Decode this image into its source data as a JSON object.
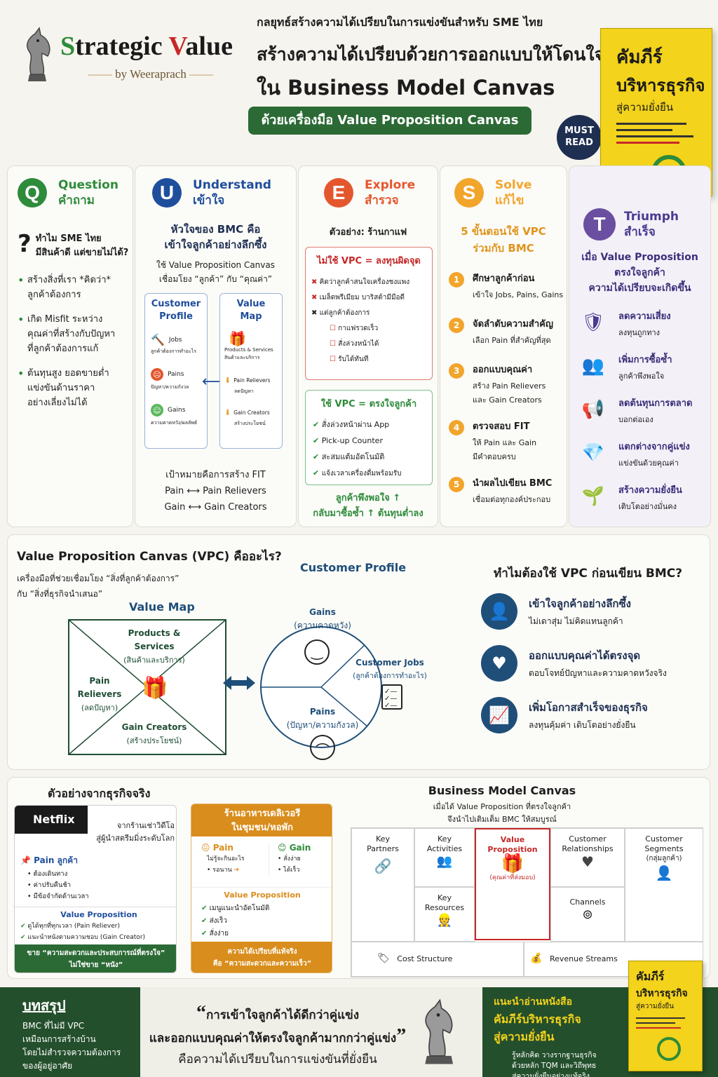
{
  "brand": {
    "name_a": "S",
    "name_b": "trategic ",
    "name_c": "V",
    "name_d": "alue",
    "sub": "by Weeraprach"
  },
  "header": {
    "kicker": "กลยุทธ์สร้างความได้เปรียบในการแข่งขันสำหรับ SME ไทย",
    "title1": "สร้างความได้เปรียบด้วยการออกแบบให้โดนใจลูกค้า",
    "title2": "ใน Business Model Canvas",
    "pill": "ด้วยเครื่องมือ Value Proposition Canvas",
    "must": "MUST",
    "read": "READ"
  },
  "book": {
    "title1": "คัมภีร์",
    "title2": "บริหารธุรกิจ",
    "title3": "สู่ความยั่งยืน"
  },
  "q": {
    "letter": "Q",
    "en": "Question",
    "th": "คำถาม",
    "lead1": "ทำไม SME ไทย",
    "lead2": "มีสินค้าดี แต่ขายไม่ได้?",
    "b1a": "สร้างสิ่งที่เรา *คิดว่า*",
    "b1b": "ลูกค้าต้องการ",
    "b2a": "เกิด Misfit ระหว่าง",
    "b2b": "คุณค่าที่สร้างกับปัญหา",
    "b2c": "ที่ลูกค้าต้องการแก้",
    "b3a": "ต้นทุนสูง ยอดขายต่ำ",
    "b3b": "แข่งขันด้านราคา",
    "b3c": "อย่างเลี่ยงไม่ได้"
  },
  "u": {
    "letter": "U",
    "en": "Understand",
    "th": "เข้าใจ",
    "h1": "หัวใจของ BMC คือ",
    "h2": "เข้าใจลูกค้าอย่างลึกซึ้ง",
    "p1": "ใช้ Value Proposition Canvas",
    "p2": "เชื่อมโยง “ลูกค้า” กับ “คุณค่า”",
    "cp1": "Customer",
    "cp2": "Profile",
    "vm1": "Value",
    "vm2": "Map",
    "jobs": "Jobs",
    "jobs_s": "ลูกค้าต้องการทำอะไร",
    "pains": "Pains",
    "pains_s": "ปัญหา/ความกังวล",
    "gains": "Gains",
    "gains_s": "ความคาดหวัง/ผลลัพธ์",
    "ps": "Products & Services",
    "ps_s": "สินค้าและบริการ",
    "pr": "Pain Relievers",
    "pr_s": "ลดปัญหา",
    "gc": "Gain Creators",
    "gc_s": "สร้างประโยชน์",
    "fit": "เป้าหมายคือการสร้าง FIT",
    "fit1": "Pain ⟷ Pain Relievers",
    "fit2": "Gain ⟷ Gain Creators"
  },
  "e": {
    "letter": "E",
    "en": "Explore",
    "th": "สำรวจ",
    "ex": "ตัวอย่าง: ร้านกาแฟ",
    "bad": "ไม่ใช้ VPC = ลงทุนผิดจุด",
    "bad1": "คิดว่าลูกค้าสนใจเครื่องชงแพง",
    "bad2": "เมล็ดพรีเมียม บาริสต้ามีมือดี",
    "bad3": "แต่ลูกค้าต้องการ",
    "bad4": "กาแฟรวดเร็ว",
    "bad5": "สั่งล่วงหน้าได้",
    "bad6": "รับได้ทันที",
    "good": "ใช้ VPC = ตรงใจลูกค้า",
    "good1": "สั่งล่วงหน้าผ่าน App",
    "good2": "Pick-up Counter",
    "good3": "สะสมแต้มอัตโนมัติ",
    "good4": "แจ้งเวลาเครื่องดื่มพร้อมรับ",
    "res1": "ลูกค้าพึงพอใจ ↑",
    "res2": "กลับมาซื้อซ้ำ ↑  ต้นทุนต่ำลง"
  },
  "s": {
    "letter": "S",
    "en": "Solve",
    "th": "แก้ไข",
    "h1": "5 ขั้นตอนใช้ VPC",
    "h2": "ร่วมกับ BMC",
    "st1": "ศึกษาลูกค้าก่อน",
    "st1s": "เข้าใจ Jobs, Pains, Gains",
    "st2": "จัดลำดับความสำคัญ",
    "st2s": "เลือก Pain ที่สำคัญที่สุด",
    "st3": "ออกแบบคุณค่า",
    "st3s": "สร้าง Pain Relievers",
    "st3t": "และ Gain Creators",
    "st4": "ตรวจสอบ FIT",
    "st4s": "ให้ Pain และ Gain",
    "st4t": "มีคำตอบครบ",
    "st5": "นำผลไปเขียน BMC",
    "st5s": "เชื่อมต่อทุกองค์ประกอบ"
  },
  "t": {
    "letter": "T",
    "en": "Triumph",
    "th": "สำเร็จ",
    "h1": "เมื่อ Value Proposition",
    "h2": "ตรงใจลูกค้า",
    "h3": "ความได้เปรียบจะเกิดขึ้น",
    "t1": "ลดความเสี่ยง",
    "t1s": "ลงทุนถูกทาง",
    "t2": "เพิ่มการซื้อซ้ำ",
    "t2s": "ลูกค้าพึงพอใจ",
    "t3": "ลดต้นทุนการตลาด",
    "t3s": "บอกต่อเอง",
    "t4": "แตกต่างจากคู่แข่ง",
    "t4s": "แข่งขันด้วยคุณค่า",
    "t5": "สร้างความยั่งยืน",
    "t5s": "เติบโตอย่างมั่นคง"
  },
  "vpc": {
    "title": "Value Proposition Canvas (VPC) คืออะไร?",
    "d1": "เครื่องมือที่ช่วยเชื่อมโยง “สิ่งที่ลูกค้าต้องการ”",
    "d2": "กับ “สิ่งที่ธุรกิจนำเสนอ”",
    "vm": "Value Map",
    "cp": "Customer Profile",
    "ps1": "Products &",
    "ps2": "Services",
    "ps3": "(สินค้าและบริการ)",
    "pr1": "Pain Relievers",
    "pr2": "(ลดปัญหา)",
    "gc1": "Gain Creators",
    "gc2": "(สร้างประโยชน์)",
    "g1": "Gains",
    "g2": "(ความคาดหวัง)",
    "j1": "Customer Jobs",
    "j2": "(ลูกค้าต้องการทำอะไร)",
    "p1": "Pains",
    "p2": "(ปัญหา/ความกังวล)"
  },
  "why": {
    "title": "ทำไมต้องใช้ VPC ก่อนเขียน BMC?",
    "w1": "เข้าใจลูกค้าอย่างลึกซึ้ง",
    "w1s": "ไม่เดาสุ่ม ไม่คิดแทนลูกค้า",
    "w2": "ออกแบบคุณค่าได้ตรงจุด",
    "w2s": "ตอบโจทย์ปัญหาและความคาดหวังจริง",
    "w3": "เพิ่มโอกาสสำเร็จของธุรกิจ",
    "w3s": "ลงทุนคุ้มค่า เติบโตอย่างยั่งยืน"
  },
  "real": {
    "title": "ตัวอย่างจากธุรกิจจริง",
    "nf": "Netflix",
    "nf1": "จากร้านเช่าวิดีโอ",
    "nf2": "สู่ผู้นำสตรีมมิ่งระดับโลก",
    "nfp": "Pain ลูกค้า",
    "nfp1": "ต้องเดินทาง",
    "nfp2": "ค่าปรับคืนช้า",
    "nfp3": "มีข้อจำกัดด้านเวลา",
    "nfv": "Value Proposition",
    "nfv1": "ดูได้ทุกที่ทุกเวลา (Pain Reliever)",
    "nfv2": "แนะนำหนังตามความชอบ (Gain Creator)",
    "nff1": "ขาย “ความสะดวกและประสบการณ์ที่ตรงใจ”",
    "nff2": "ไม่ใช่ขาย “หนัง”",
    "fd1": "ร้านอาหารเดลิเวอรี",
    "fd2": "ในชุมชน/หอพัก",
    "fdp": "Pain",
    "fdp1": "ไม่รู้จะกินอะไร",
    "fdp2": "รอนาน",
    "fdg": "Gain",
    "fdg1": "สั่งง่าย",
    "fdg2": "ได้เร็ว",
    "fdv": "Value Proposition",
    "fdv1": "เมนูแนะนำอัตโนมัติ",
    "fdv2": "ส่งเร็ว",
    "fdv3": "สั่งง่าย",
    "fdf1": "ความได้เปรียบที่แท้จริง",
    "fdf2": "คือ “ความสะดวกและความเร็ว”"
  },
  "bmc": {
    "title": "Business Model Canvas",
    "d1": "เมื่อได้ Value Proposition ที่ตรงใจลูกค้า",
    "d2": "จึงนำไปเติมเต็ม BMC ให้สมบูรณ์",
    "kp1": "Key",
    "kp2": "Partners",
    "ka1": "Key",
    "ka2": "Activities",
    "kr1": "Key",
    "kr2": "Resources",
    "vp1": "Value",
    "vp2": "Proposition",
    "vp3": "(คุณค่าที่ส่งมอบ)",
    "cr1": "Customer",
    "cr2": "Relationships",
    "ch": "Channels",
    "cs1": "Customer",
    "cs2": "Segments",
    "cs3": "(กลุ่มลูกค้า)",
    "cost": "Cost Structure",
    "rev": "Revenue Streams"
  },
  "footer": {
    "sum": "บทสรุป",
    "s1": "BMC ที่ไม่มี VPC",
    "s2": "เหมือนการสร้างบ้าน",
    "s3": "โดยไม่สำรวจความต้องการ",
    "s4": "ของผู้อยู่อาศัย",
    "q1": "การเข้าใจลูกค้าได้ดีกว่าคู่แข่ง",
    "q2": "และออกแบบคุณค่าให้ตรงใจลูกค้ามากกว่าคู่แข่ง",
    "q3": "คือความได้เปรียบในการแข่งขันที่ยั่งยืน",
    "r1": "แนะนำอ่านหนังสือ",
    "r2": "คัมภีร์บริหารธุรกิจ",
    "r3": "สู่ความยั่งยืน",
    "r4": "รู้หลักคิด วางรากฐานธุรกิจ",
    "r5": "ด้วยหลัก TQM และวิถีพุทธ",
    "r6": "สู่ความยั่งยืนอย่างแท้จริง"
  }
}
